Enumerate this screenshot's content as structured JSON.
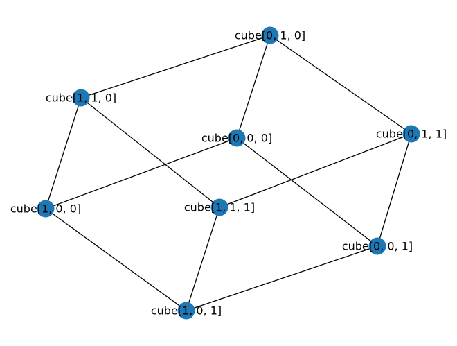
{
  "graph": {
    "node_color": "#1f77b4",
    "edge_color": "#000000",
    "background": "#ffffff",
    "nodes": [
      {
        "id": "n010",
        "label": "cube[0, 1, 0]"
      },
      {
        "id": "n110",
        "label": "cube[1, 1, 0]"
      },
      {
        "id": "n000",
        "label": "cube[0, 0, 0]"
      },
      {
        "id": "n011",
        "label": "cube[0, 1, 1]"
      },
      {
        "id": "n100",
        "label": "cube[1, 0, 0]"
      },
      {
        "id": "n111",
        "label": "cube[1, 1, 1]"
      },
      {
        "id": "n001",
        "label": "cube[0, 0, 1]"
      },
      {
        "id": "n101",
        "label": "cube[1, 0, 1]"
      }
    ],
    "edges": [
      [
        "n010",
        "n110"
      ],
      [
        "n010",
        "n000"
      ],
      [
        "n010",
        "n011"
      ],
      [
        "n110",
        "n100"
      ],
      [
        "n110",
        "n111"
      ],
      [
        "n000",
        "n100"
      ],
      [
        "n000",
        "n001"
      ],
      [
        "n011",
        "n111"
      ],
      [
        "n011",
        "n001"
      ],
      [
        "n100",
        "n101"
      ],
      [
        "n111",
        "n101"
      ],
      [
        "n001",
        "n101"
      ]
    ]
  }
}
